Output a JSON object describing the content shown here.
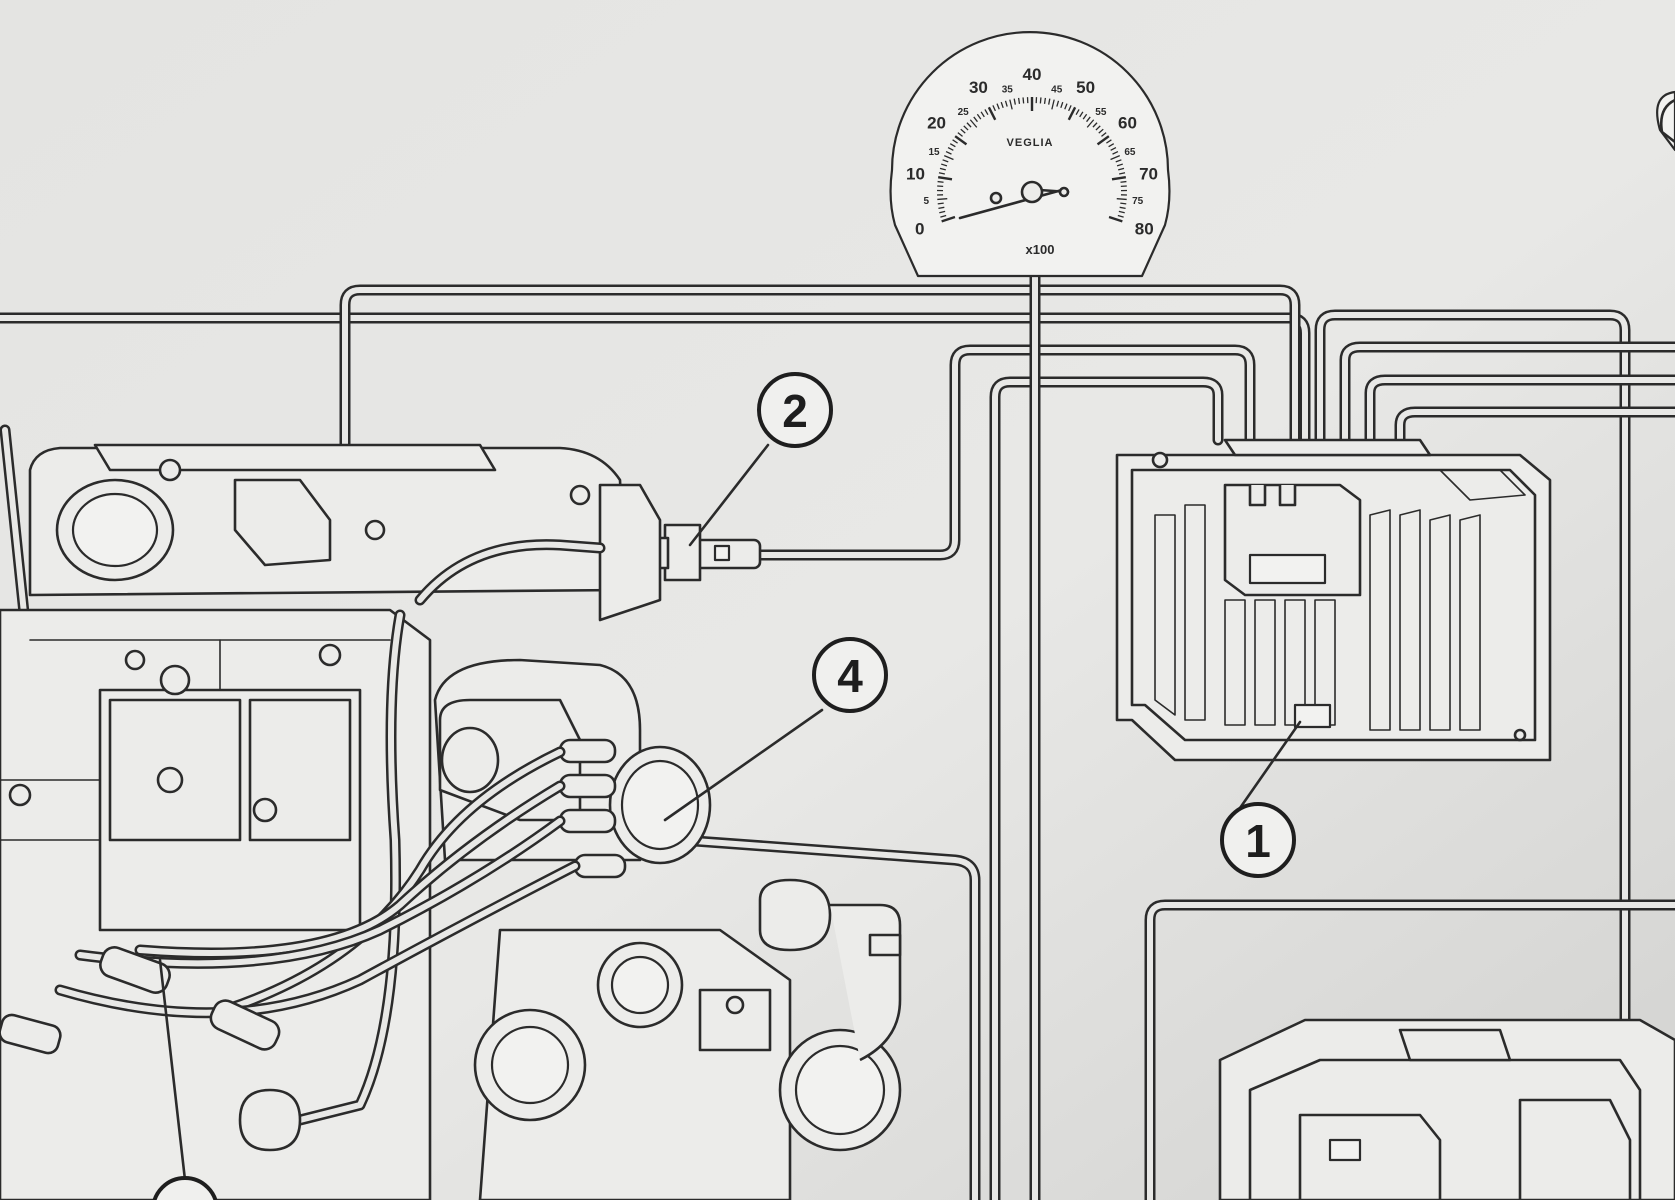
{
  "tachometer": {
    "brand": "VEGLIA",
    "unit": "x100",
    "major_ticks": [
      "0",
      "10",
      "20",
      "30",
      "40",
      "50",
      "60",
      "70",
      "80"
    ],
    "minor_ticks": [
      "5",
      "15",
      "25",
      "35",
      "45",
      "55",
      "65",
      "75"
    ]
  },
  "callouts": [
    {
      "label": "1"
    },
    {
      "label": "2"
    },
    {
      "label": "4"
    }
  ]
}
